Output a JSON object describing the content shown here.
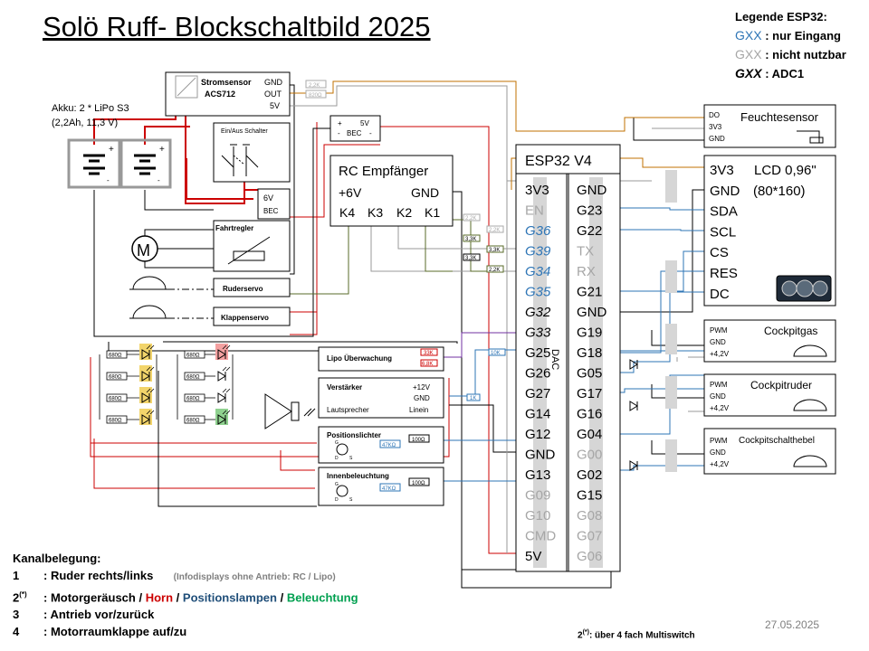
{
  "title": "Solö Ruff-  Blockschaltbild 2025",
  "legend": {
    "heading": "Legende ESP32:",
    "input_code": "GXX",
    "input_text": ": nur Eingang",
    "unusable_code": "GXX",
    "unusable_text": ": nicht nutzbar",
    "adc_code": "GXX",
    "adc_text": ": ADC1"
  },
  "colors": {
    "input": "#2e75b6",
    "unusable": "#a6a6a6",
    "red": "#cc0000",
    "blue": "#2e75b6",
    "green": "#00a050",
    "brown": "#8b5a2b",
    "orange": "#c07000"
  },
  "battery": {
    "label_line1": "Akku: 2 * LiPo S3",
    "label_line2": "(2,2Ah, 11,3 V)"
  },
  "current_sensor": {
    "name": "Stromsensor",
    "model": "ACS712",
    "pins": [
      "GND",
      "OUT",
      "5V"
    ],
    "resistors": [
      "2,2K",
      "820Ω"
    ]
  },
  "bec": {
    "label": "BEC",
    "plus": "+",
    "minus": "-",
    "voltage": "5V"
  },
  "switch": {
    "label": "Ein/Aus  Schalter"
  },
  "bec6": {
    "line1": "6V",
    "line2": "BEC"
  },
  "esc": {
    "label": "Fahrtregler"
  },
  "motor": {
    "label": "M"
  },
  "rudder_servo": {
    "label": "Ruderservo"
  },
  "flap_servo": {
    "label": "Klappenservo"
  },
  "rc_receiver": {
    "title": "RC Empfänger",
    "plus": "+6V",
    "gnd": "GND",
    "channels": [
      "K4",
      "K3",
      "K2",
      "K1"
    ]
  },
  "rc_resistors": [
    "2,2K",
    "2,2K",
    "3,3K",
    "3,3K",
    "3,3K",
    "2,2K"
  ],
  "esp32": {
    "title": "ESP32  V4",
    "dac": "DAC",
    "left_pins": [
      "3V3",
      "EN",
      "G36",
      "G39",
      "G34",
      "G35",
      "G32",
      "G33",
      "G25",
      "G26",
      "G27",
      "G14",
      "G12",
      "GND",
      "G13",
      "G09",
      "G10",
      "CMD",
      "5V"
    ],
    "right_pins": [
      "GND",
      "G23",
      "G22",
      "TX",
      "RX",
      "G21",
      "GND",
      "G19",
      "G18",
      "G05",
      "G17",
      "G16",
      "G04",
      "G00",
      "G02",
      "G15",
      "G08",
      "G07",
      "G06"
    ]
  },
  "led_array": {
    "resistor": "680Ω"
  },
  "lipo_monitor": {
    "label": "Lipo Überwachung",
    "resistors": [
      "33K",
      "6,8K"
    ]
  },
  "amplifier": {
    "label": "Verstärker",
    "pins": [
      "+12V",
      "GND",
      "Linein"
    ],
    "speaker": "Lautsprecher",
    "resistors": [
      "10K",
      "1K"
    ]
  },
  "position_lights": {
    "label": "Positionslichter",
    "resistors": [
      "47KΩ",
      "100Ω"
    ],
    "fet": [
      "G",
      "D",
      "S"
    ]
  },
  "interior_lights": {
    "label": "Innenbeleuchtung",
    "resistors": [
      "47KΩ",
      "100Ω"
    ],
    "fet": [
      "G",
      "D",
      "S"
    ]
  },
  "moisture_sensor": {
    "label": "Feuchtesensor",
    "pins": [
      "DO",
      "3V3",
      "GND"
    ]
  },
  "lcd": {
    "title": "LCD 0,96\"",
    "size": "(80*160)",
    "pins": [
      "3V3",
      "GND",
      "SDA",
      "SCL",
      "CS",
      "RES",
      "DC"
    ]
  },
  "cockpit_gas": {
    "label": "Cockpitgas",
    "pins": [
      "PWM",
      "GND",
      "+4,2V"
    ]
  },
  "cockpit_rudder": {
    "label": "Cockpitruder",
    "pins": [
      "PWM",
      "GND",
      "+4,2V"
    ]
  },
  "cockpit_lever": {
    "label": "Cockpitschalthebel",
    "pins": [
      "PWM",
      "GND",
      "+4,2V"
    ]
  },
  "channels": {
    "heading": "Kanalbelegung:",
    "rows": [
      {
        "num": "1",
        "text": ": Ruder rechts/links",
        "note": "(Infodisplays ohne Antrieb: RC / Lipo)"
      },
      {
        "num": "2",
        "sup": "(*)",
        "text": ": Motorgeräusch /",
        "horn": "Horn",
        "sep1": "/",
        "pos": "Positionslampen",
        "sep2": "/",
        "light": "Beleuchtung"
      },
      {
        "num": "3",
        "text": ": Antrieb vor/zurück"
      },
      {
        "num": "4",
        "text": ": Motorraumklappe auf/zu"
      }
    ]
  },
  "date": "27.05.2025",
  "footnote": {
    "mark": "2",
    "sup": "(*)",
    "text": ": über 4 fach Multiswitch"
  }
}
